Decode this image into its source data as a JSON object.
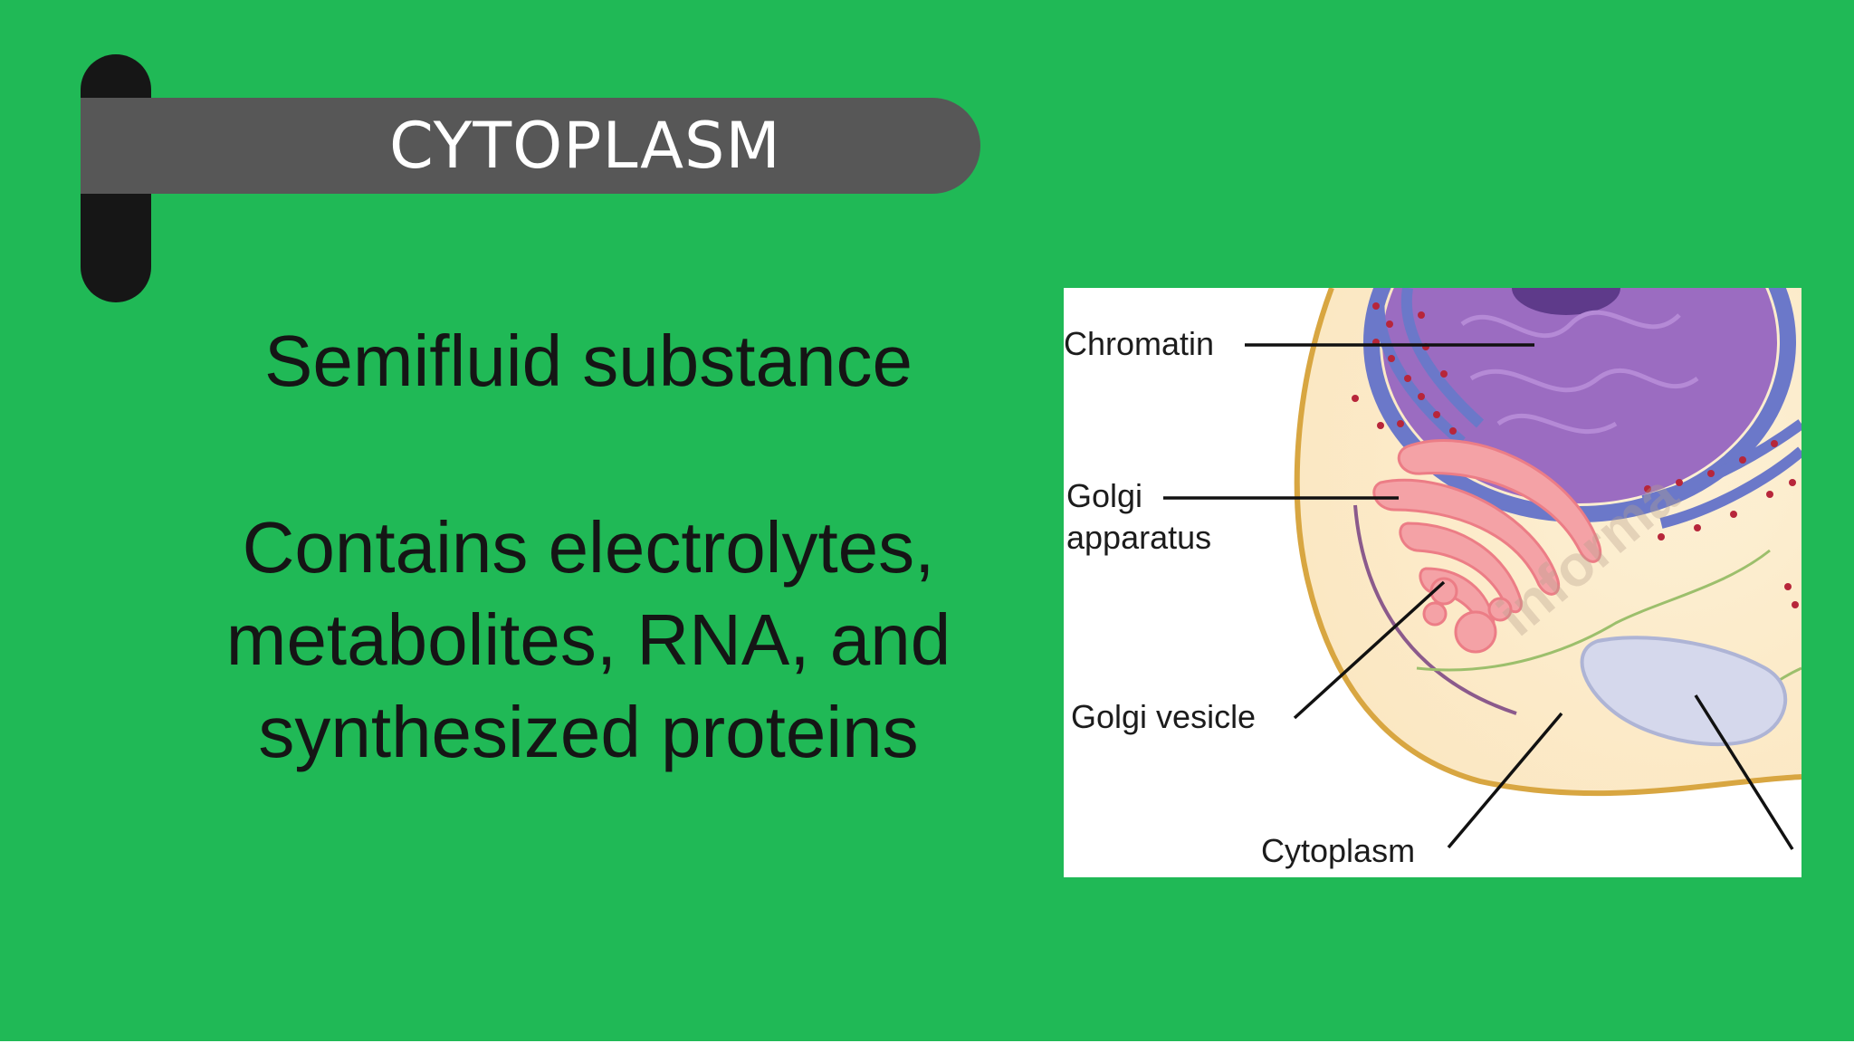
{
  "slide": {
    "title": "CYTOPLASM",
    "points": [
      "Semifluid substance",
      "Contains electrolytes, metabolites, RNA, and synthesized proteins"
    ]
  },
  "diagram": {
    "labels": {
      "chromatin": "Chromatin",
      "golgi_line1": "Golgi",
      "golgi_line2": "apparatus",
      "golgi_vesicle": "Golgi vesicle",
      "cytoplasm": "Cytoplasm"
    }
  },
  "colors": {
    "background": "#20b956",
    "title_bar": "#575757",
    "accent_bar": "#161616",
    "nucleus": "#8a62b0",
    "er": "#6b78c9",
    "golgi": "#f07f86",
    "cell_membrane": "#d8a641"
  }
}
